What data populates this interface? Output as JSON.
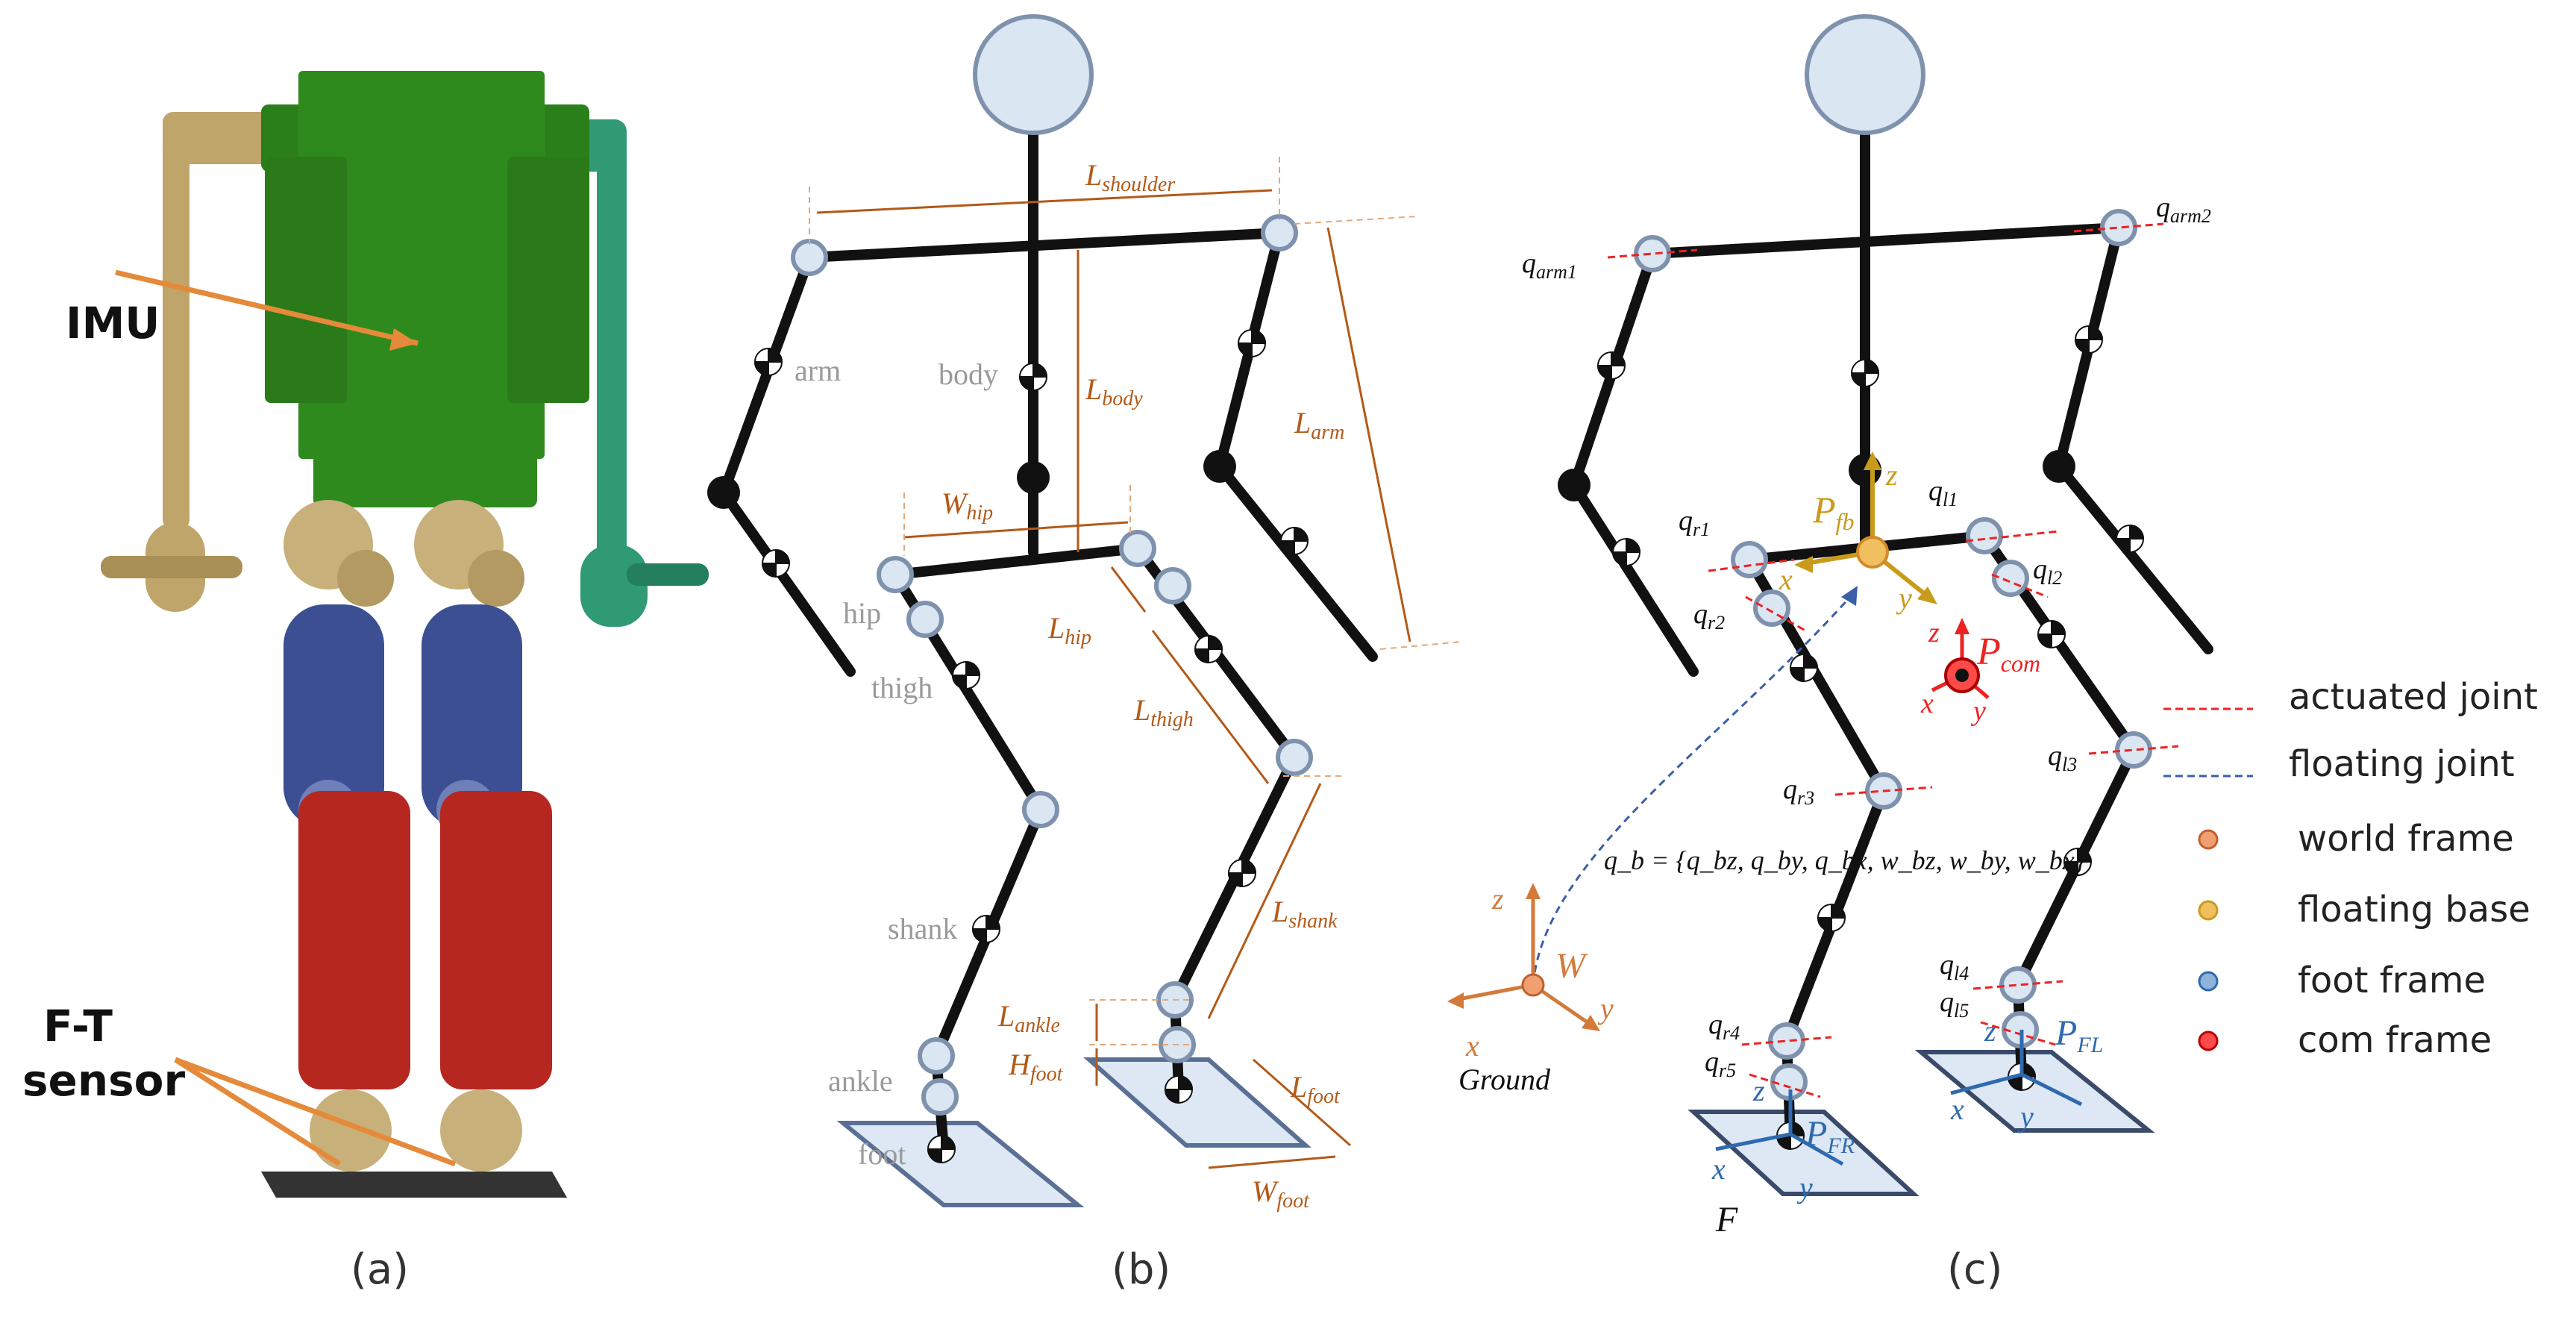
{
  "panels": {
    "a": {
      "caption": "(a)",
      "labels": {
        "imu": "IMU",
        "ft_line1": "F-T",
        "ft_line2": "sensor"
      }
    },
    "b": {
      "caption": "(b)",
      "segments": {
        "arm": "arm",
        "body": "body",
        "hip": "hip",
        "thigh": "thigh",
        "shank": "shank",
        "ankle": "ankle",
        "foot": "foot"
      },
      "dimensions": {
        "shoulder": {
          "sym": "L",
          "sub": "shoulder"
        },
        "body": {
          "sym": "L",
          "sub": "body"
        },
        "arm": {
          "sym": "L",
          "sub": "arm"
        },
        "hip_w": {
          "sym": "W",
          "sub": "hip"
        },
        "hip_l": {
          "sym": "L",
          "sub": "hip"
        },
        "thigh": {
          "sym": "L",
          "sub": "thigh"
        },
        "shank": {
          "sym": "L",
          "sub": "shank"
        },
        "ankle": {
          "sym": "L",
          "sub": "ankle"
        },
        "foot_h": {
          "sym": "H",
          "sub": "foot"
        },
        "foot_l": {
          "sym": "L",
          "sub": "foot"
        },
        "foot_w": {
          "sym": "W",
          "sub": "foot"
        }
      }
    },
    "c": {
      "caption": "(c)",
      "joints": {
        "arm1": {
          "sym": "q",
          "sub": "arm1"
        },
        "arm2": {
          "sym": "q",
          "sub": "arm2"
        },
        "r1": {
          "sym": "q",
          "sub": "r1"
        },
        "r2": {
          "sym": "q",
          "sub": "r2"
        },
        "r3": {
          "sym": "q",
          "sub": "r3"
        },
        "r4": {
          "sym": "q",
          "sub": "r4"
        },
        "r5": {
          "sym": "q",
          "sub": "r5"
        },
        "l1": {
          "sym": "q",
          "sub": "l1"
        },
        "l2": {
          "sym": "q",
          "sub": "l2"
        },
        "l3": {
          "sym": "q",
          "sub": "l3"
        },
        "l4": {
          "sym": "q",
          "sub": "l4"
        },
        "l5": {
          "sym": "q",
          "sub": "l5"
        }
      },
      "frames": {
        "fb": {
          "sym": "P",
          "sub": "fb"
        },
        "com": {
          "sym": "P",
          "sub": "com"
        },
        "fr": {
          "sym": "P",
          "sub": "FR"
        },
        "fl": {
          "sym": "P",
          "sub": "FL"
        },
        "world": "W",
        "ground": "Ground",
        "force": "F"
      },
      "axes": {
        "x": "x",
        "y": "y",
        "z": "z"
      },
      "qb_equation": "q_b = {q_bz, q_by, q_bx, w_bz, w_by, w_bx}",
      "legend": [
        {
          "label": "actuated joint",
          "marker": "red-dash",
          "color": "#e22222"
        },
        {
          "label": "floating joint",
          "marker": "blue-dash",
          "color": "#3a5fa8"
        },
        {
          "label": "world frame",
          "marker": "dot",
          "color": "#f0a070"
        },
        {
          "label": "floating base",
          "marker": "dot",
          "color": "#f0c060"
        },
        {
          "label": "foot frame",
          "marker": "dot",
          "color": "#8fb3d9"
        },
        {
          "label": "com frame",
          "marker": "dot",
          "color": "#ff4a4a"
        }
      ]
    }
  },
  "colors": {
    "torso": "#2f8a1e",
    "thigh": "#3c4f93",
    "shank": "#b5271f",
    "joint_gold": "#c8b07a",
    "left_arm": "#bfa56a",
    "right_arm": "#2f9a73",
    "dimension": "#b35a18",
    "joint_fill": "#dbe6f3"
  }
}
